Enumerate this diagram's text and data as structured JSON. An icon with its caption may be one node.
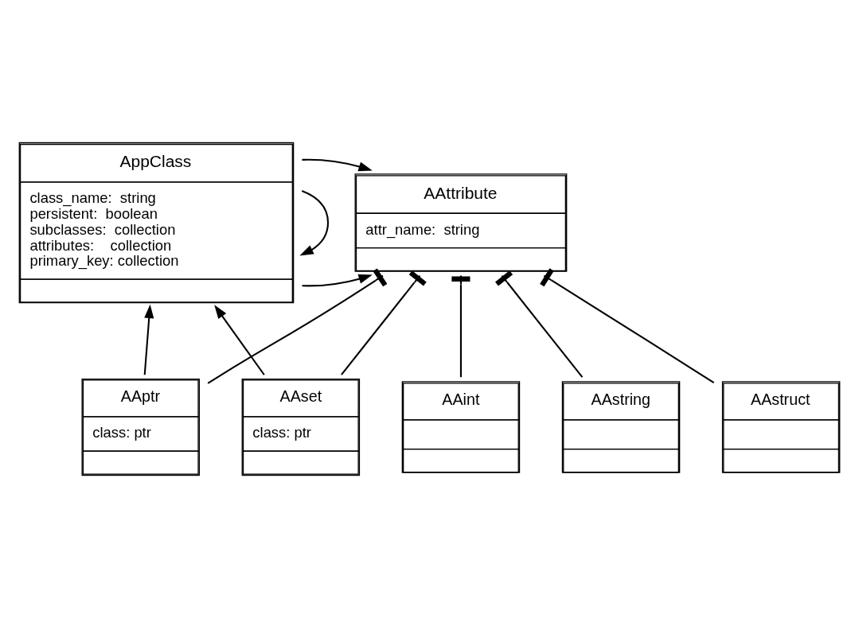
{
  "diagram": {
    "nodes": [
      {
        "text": [
          "AppClass",
          "class_name:  string",
          "persistent:  boolean",
          "subclasses:  collection",
          "attributes:    collection",
          "primary_key: collection"
        ]
      },
      {
        "text": [
          "AAttribute",
          "attr_name:  string"
        ]
      },
      {
        "text": [
          "AAint"
        ]
      },
      {
        "text": [
          "AAstring"
        ]
      },
      {
        "text": [
          "AAptr",
          "class: ptr"
        ]
      },
      {
        "text": [
          "AAset",
          "class: ptr"
        ]
      },
      {
        "text": [
          "AAstruct"
        ]
      }
    ],
    "edges": [
      {
        "from": 0,
        "to": 0,
        "arrow": "to"
      },
      {
        "from": 0,
        "to": 1,
        "arrow": "to"
      },
      {
        "from": 0,
        "to": 1,
        "arrow": "to"
      },
      {
        "from": 1,
        "to": 2,
        "arrow": "other"
      },
      {
        "from": 1,
        "to": 3,
        "arrow": "other"
      },
      {
        "from": 1,
        "to": 4,
        "arrow": "other"
      },
      {
        "from": 1,
        "to": 5,
        "arrow": "other"
      },
      {
        "from": 1,
        "to": 6,
        "arrow": "other"
      },
      {
        "from": 4,
        "to": 0,
        "arrow": "to"
      },
      {
        "from": 5,
        "to": 0,
        "arrow": "to"
      }
    ]
  }
}
